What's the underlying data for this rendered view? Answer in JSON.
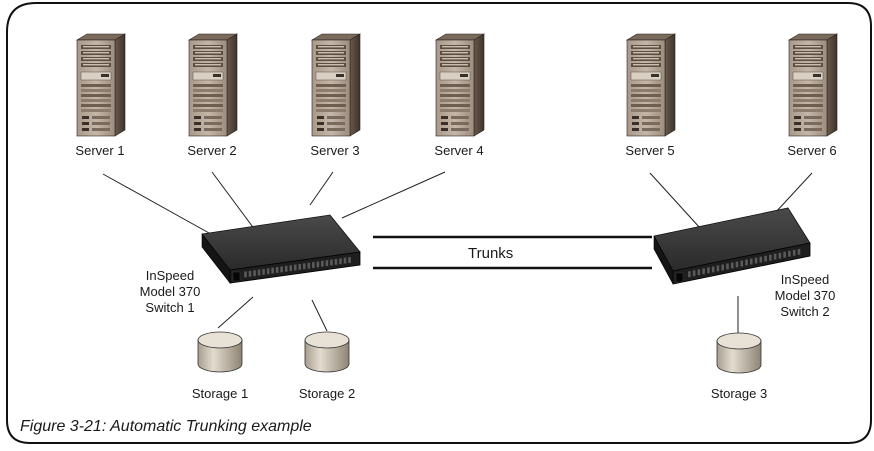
{
  "diagram": {
    "servers": [
      {
        "label": "Server 1"
      },
      {
        "label": "Server 2"
      },
      {
        "label": "Server 3"
      },
      {
        "label": "Server 4"
      },
      {
        "label": "Server 5"
      },
      {
        "label": "Server 6"
      }
    ],
    "switches": [
      {
        "line1": "InSpeed",
        "line2": "Model 370",
        "line3": "Switch 1"
      },
      {
        "line1": "InSpeed",
        "line2": "Model 370",
        "line3": "Switch 2"
      }
    ],
    "storage": [
      {
        "label": "Storage 1"
      },
      {
        "label": "Storage 2"
      },
      {
        "label": "Storage 3"
      }
    ],
    "trunk_label": "Trunks",
    "caption": "Figure 3-21: Automatic Trunking example"
  }
}
